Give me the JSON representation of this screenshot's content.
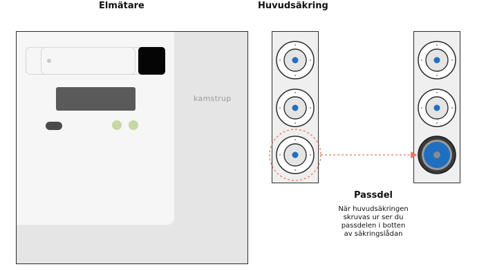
{
  "headings": {
    "meter": "Elmätare",
    "fuse": "Huvudsäkring"
  },
  "meter": {
    "brand": "kamstrup"
  },
  "passdel": {
    "title": "Passdel",
    "description": [
      "När huvudsäkringen",
      "skruvas ur ser du",
      "passdelen i botten",
      "av säkringslådan"
    ]
  },
  "colors": {
    "fuse_center": "#1f6fc0",
    "highlight_dashed": "#e8755a",
    "led_green": "#c5d8a5"
  }
}
